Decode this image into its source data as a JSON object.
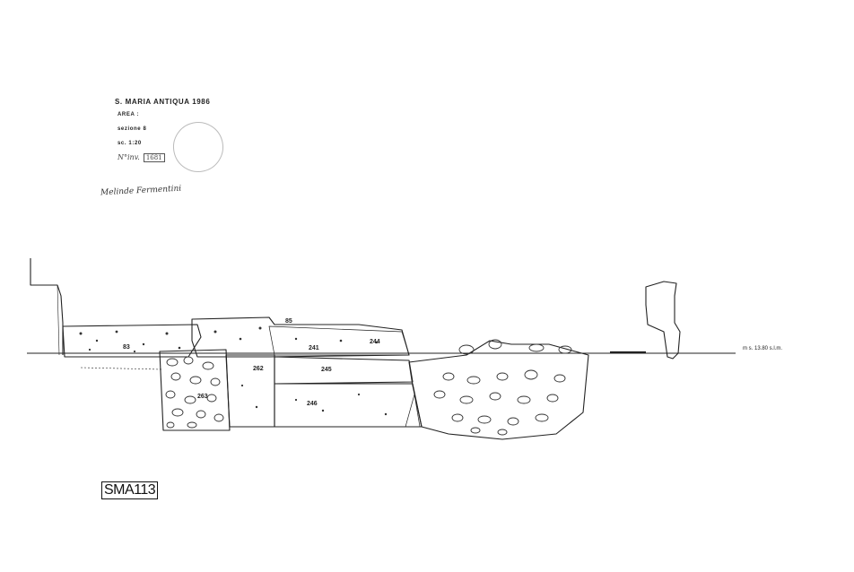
{
  "sheet": {
    "title": "S. MARIA ANTIQUA 1986",
    "area_label": "AREA :",
    "sezione_label": "sezione  8",
    "scala_label": "sc.    1:20",
    "numero_label": "N°inv.",
    "numero_value": "1681",
    "signature": "Melinde Fermentini",
    "stamp_text": "",
    "code_label": "SMA113"
  },
  "section": {
    "datum_label": "m s. 13.80 s.l.m.",
    "unit_labels": [
      "83",
      "85",
      "241",
      "244",
      "262",
      "245",
      "263",
      "246"
    ]
  },
  "colors": {
    "ink": "#222222",
    "paper": "#ffffff",
    "stamp": "#bbbbbb"
  }
}
